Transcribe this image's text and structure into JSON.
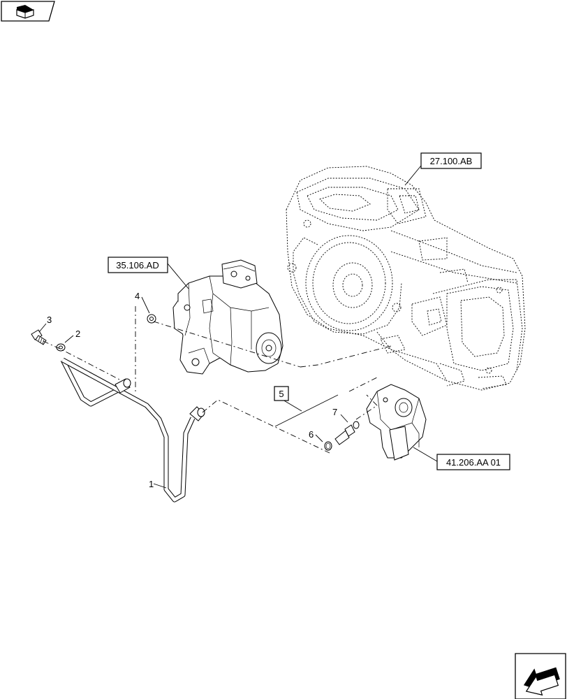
{
  "references": {
    "transmission": "27.100.AB",
    "pump": "35.106.AD",
    "valve": "41.206.AA 01",
    "kit": "5"
  },
  "callouts": {
    "c1": "1",
    "c2": "2",
    "c3": "3",
    "c4": "4",
    "c6": "6",
    "c7": "7"
  }
}
